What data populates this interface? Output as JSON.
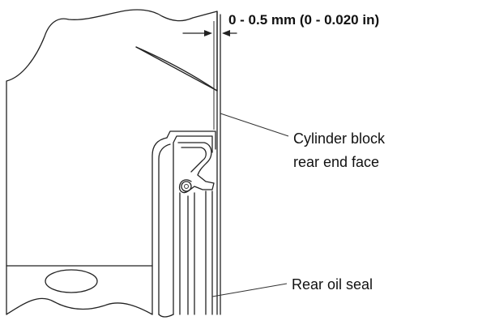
{
  "dimension": {
    "label": "0 - 0.5 mm (0 - 0.020 in)"
  },
  "callouts": {
    "block_face_line1": "Cylinder block",
    "block_face_line2": "rear end face",
    "oil_seal": "Rear oil seal"
  },
  "colors": {
    "ink": "#222222",
    "background": "#ffffff"
  }
}
